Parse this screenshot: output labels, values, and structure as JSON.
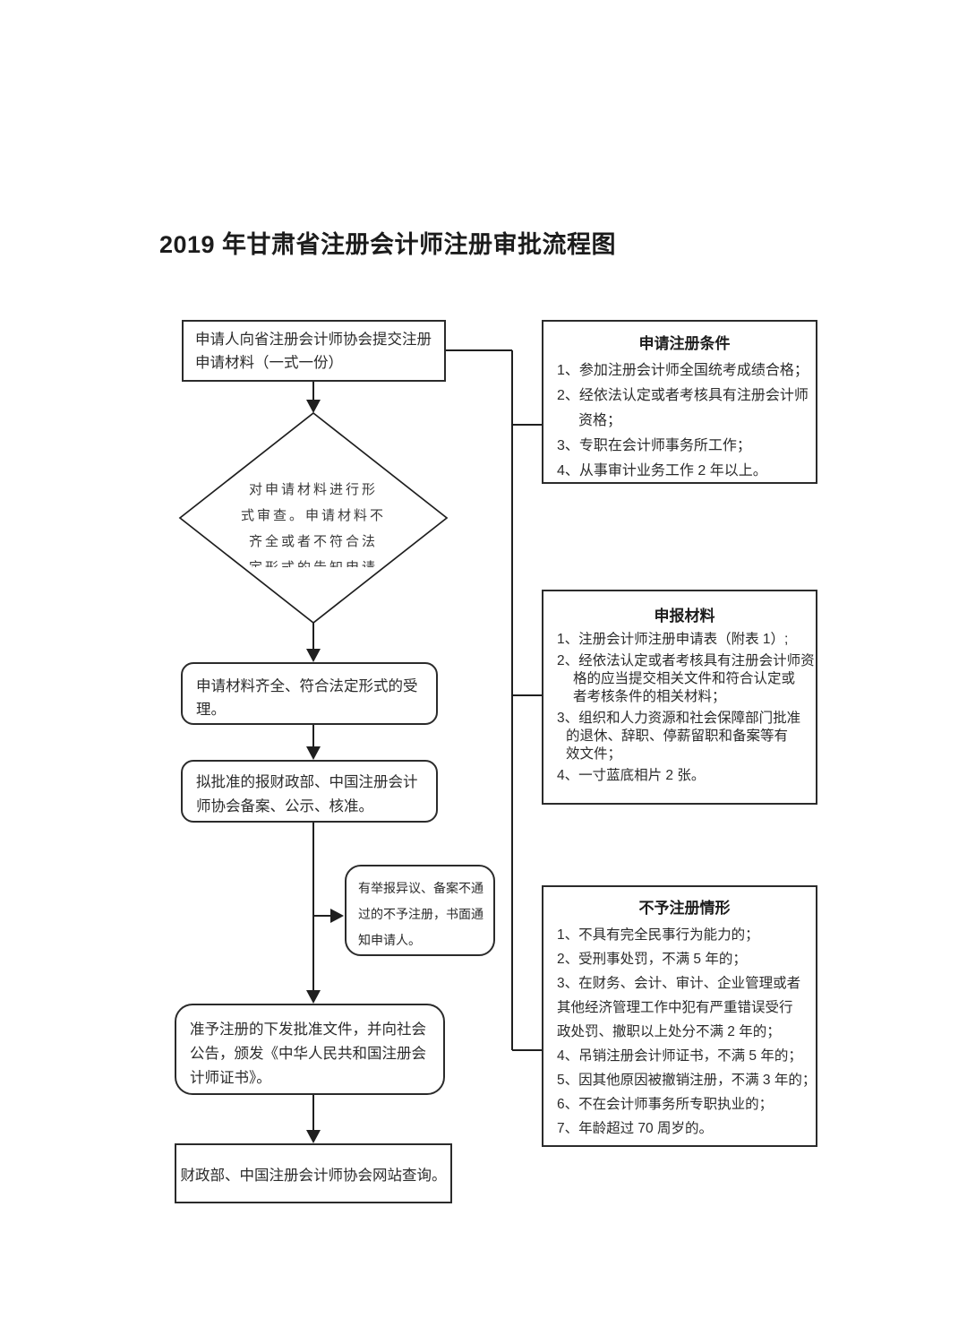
{
  "title": "2019 年甘肃省注册会计师注册审批流程图",
  "flow": {
    "step_submit": "申请人向省注册会计师协会提交注册\n申请材料（一式一份）",
    "decision_review": "对申请材料进行形\n式审查。申请材料不\n齐全或者不符合法\n定形式的告知申请",
    "step_accept": "申请材料齐全、符合法定形式的受\n理。",
    "step_report": "拟批准的报财政部、中国注册会计\n师协会备案、公示、核准。",
    "note_reject": "有举报异议、备案不通\n过的不予注册，书面通\n知申请人。",
    "step_issue": "准予注册的下发批准文件，并向社会\n公告，颁发《中华人民共和国注册会\n计师证书》。",
    "step_query": "财政部、中国注册会计师协会网站查询。"
  },
  "panels": [
    {
      "title": "申请注册条件",
      "items": [
        "1、参加注册会计师全国统考成绩合格；",
        "2、经依法认定或者考核具有注册会计师\n资格；",
        "3、专职在会计师事务所工作；",
        "4、从事审计业务工作 2 年以上。"
      ]
    },
    {
      "title": "申报材料",
      "items": [
        "1、注册会计师注册申请表（附表 1）;",
        "2、经依法认定或者考核具有注册会计师资\n格的应当提交相关文件和符合认定或\n者考核条件的相关材料；",
        "3、组织和人力资源和社会保障部门批准\n的退休、辞职、停薪留职和备案等有\n效文件；",
        "4、一寸蓝底相片 2 张。"
      ]
    },
    {
      "title": "不予注册情形",
      "items": [
        "1、不具有完全民事行为能力的；",
        "2、受刑事处罚，不满 5 年的；",
        "3、在财务、会计、审计、企业管理或者\n其他经济管理工作中犯有严重错误受行\n政处罚、撤职以上处分不满 2 年的；",
        "4、吊销注册会计师证书，不满 5 年的；",
        "5、因其他原因被撤销注册，不满 3 年的；",
        "6、不在会计师事务所专职执业的；",
        "7、年龄超过 70 周岁的。"
      ]
    }
  ]
}
